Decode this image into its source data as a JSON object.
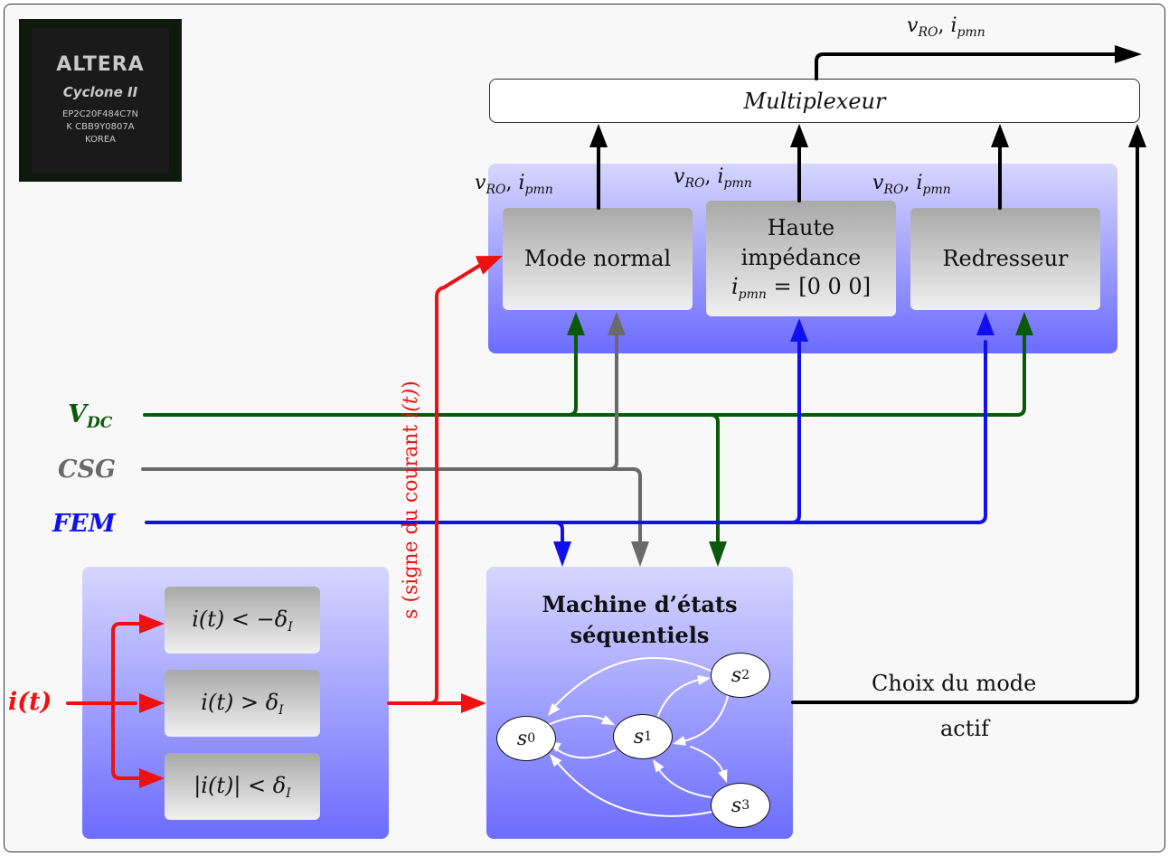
{
  "mux_label": "Multiplexeur",
  "output_label": {
    "v": "v",
    "v_sub": "RO",
    "sep": ", ",
    "i": "i",
    "i_sub": "pmn"
  },
  "block_labels": {
    "v": "v",
    "v_sub": "RO",
    "sep": ", ",
    "i": "i",
    "i_sub": "pmn"
  },
  "modes": {
    "normal": "Mode normal",
    "haute_l1": "Haute",
    "haute_l2": "impédance",
    "haute_eq_i": "i",
    "haute_eq_sub": "pmn",
    "haute_eq_rest": " = [0 0 0]",
    "redresseur": "Redresseur"
  },
  "signals": {
    "vdc": "V",
    "vdc_sub": "DC",
    "csg": "CSG",
    "fem": "FEM",
    "it": "i(t)"
  },
  "vertical_label": {
    "pre": "s (signe du courant ",
    "it": "i(t)",
    "post": ")"
  },
  "comparators": {
    "c1_a": "i(t) < −δ",
    "c1_sub": "I",
    "c2_a": "i(t) > δ",
    "c2_sub": "I",
    "c3_a": "|i(t)| < δ",
    "c3_sub": "I"
  },
  "fsm": {
    "title_l1": "Machine d’états",
    "title_l2": "séquentiels",
    "states": [
      {
        "s": "s",
        "sub": "0"
      },
      {
        "s": "s",
        "sub": "1"
      },
      {
        "s": "s",
        "sub": "2"
      },
      {
        "s": "s",
        "sub": "3"
      }
    ]
  },
  "choix": {
    "l1": "Choix du mode",
    "l2": "actif"
  },
  "chip": {
    "brand": "ALTERA",
    "family": "Cyclone",
    "family_suffix": "II",
    "line1": "EP2C20F484C7N",
    "line2": "K CBB9Y0807A",
    "line3": "KOREA"
  },
  "colors": {
    "red": "#ee1111",
    "green": "#0a5a0a",
    "gray": "#6a6a6a",
    "blue": "#1010ee",
    "black": "#000000"
  }
}
